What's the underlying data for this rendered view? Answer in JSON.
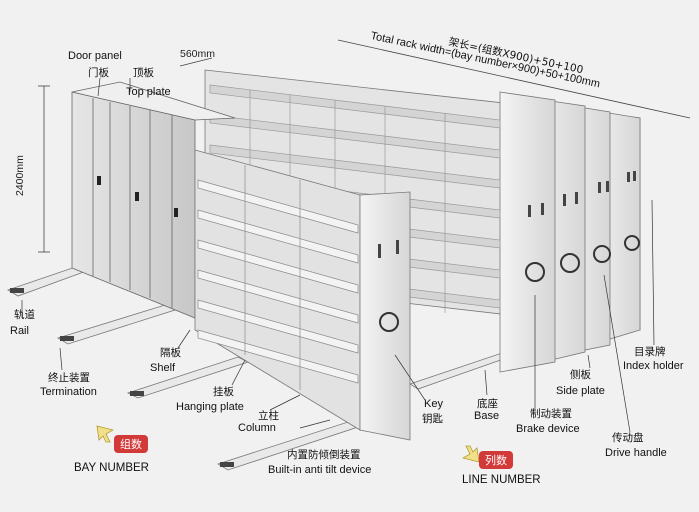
{
  "labels": {
    "door_panel_en": "Door panel",
    "door_panel_zh": "门板",
    "top_plate_zh": "顶板",
    "top_plate_en": "Top plate",
    "depth_dim": "560mm",
    "height_dim": "2400mm",
    "width_formula_zh": "架长=(组数X900)+50+100",
    "width_formula_en": "Total rack width=(bay number×900)+50+100mm",
    "rail_zh": "轨道",
    "rail_en": "Rail",
    "termination_zh": "终止装置",
    "termination_en": "Termination",
    "shelf_zh": "隔板",
    "shelf_en": "Shelf",
    "hanging_plate_zh": "挂板",
    "hanging_plate_en": "Hanging plate",
    "column_zh": "立柱",
    "column_en": "Column",
    "anti_tilt_zh": "内置防倾倒装置",
    "anti_tilt_en": "Built-in anti tilt device",
    "key_en": "Key",
    "key_zh": "钥匙",
    "base_zh": "底座",
    "base_en": "Base",
    "brake_zh": "制动装置",
    "brake_en": "Brake device",
    "side_plate_zh": "侧板",
    "side_plate_en": "Side plate",
    "index_holder_zh": "目录牌",
    "index_holder_en": "Index holder",
    "drive_zh": "传动盘",
    "drive_en": "Drive handle",
    "bay_tag": "组数",
    "bay_number": "BAY NUMBER",
    "line_tag": "列数",
    "line_number": "LINE NUMBER"
  },
  "colors": {
    "accent": "#d23a3a",
    "panel": "#dcdcdc",
    "panel_dark": "#b9b9b9",
    "line": "#555555"
  }
}
